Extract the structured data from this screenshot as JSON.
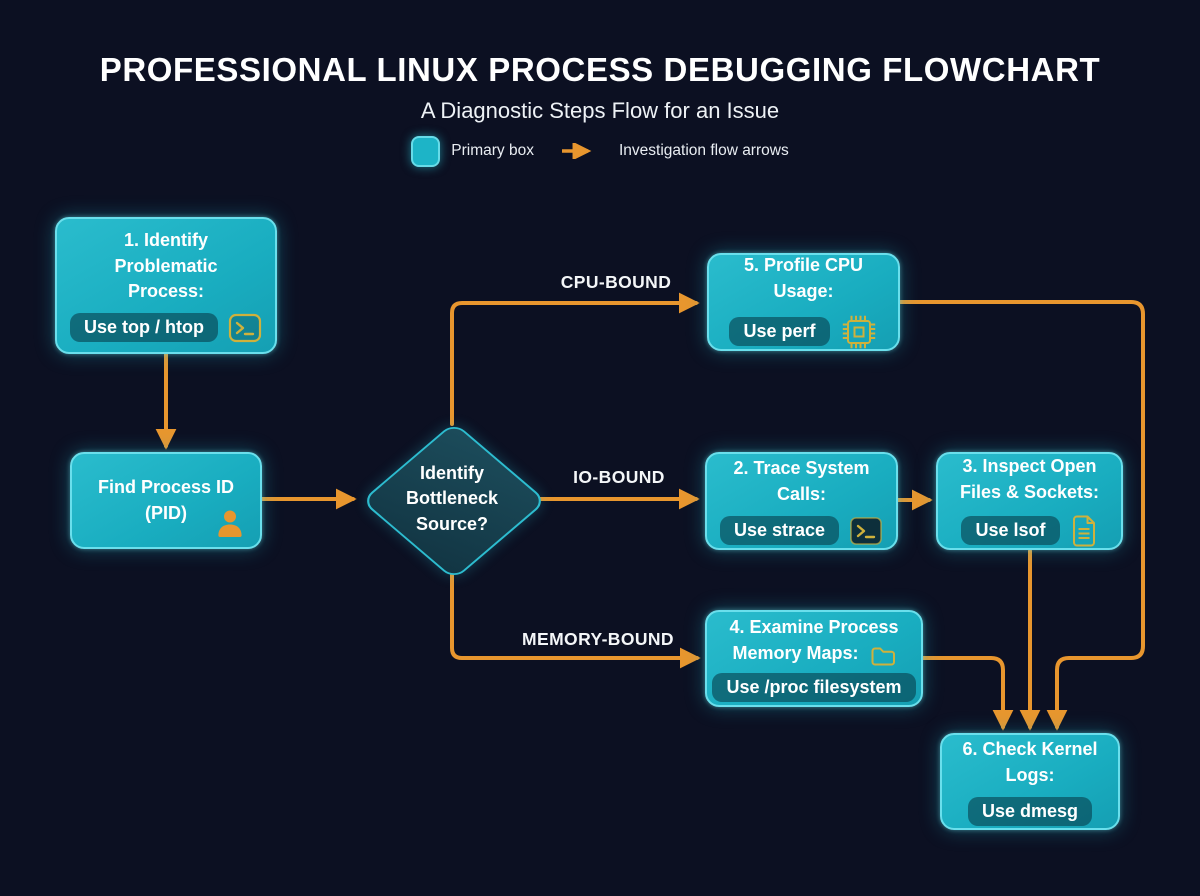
{
  "header": {
    "title": "PROFESSIONAL LINUX PROCESS DEBUGGING FLOWCHART",
    "subtitle": "A Diagnostic Steps Flow for an Issue"
  },
  "legend": {
    "primary_box_label": "Primary box",
    "arrow_label": "Investigation flow arrows"
  },
  "edge_labels": {
    "cpu_bound": "CPU-BOUND",
    "io_bound": "IO-BOUND",
    "memory_bound": "MEMORY-BOUND"
  },
  "nodes": {
    "identify_process": {
      "title": "1. Identify Problematic Process:",
      "tool": "Use top / htop",
      "icon": "terminal-icon"
    },
    "find_pid": {
      "title": "Find Process ID (PID)",
      "icon": "person-icon"
    },
    "decision": {
      "title": "Identify Bottleneck Source?"
    },
    "profile_cpu": {
      "title": "5. Profile CPU Usage:",
      "tool": "Use perf",
      "icon": "cpu-chip-icon"
    },
    "trace_syscalls": {
      "title": "2. Trace System Calls:",
      "tool": "Use strace",
      "icon": "terminal-icon"
    },
    "inspect_files": {
      "title": "3. Inspect Open Files & Sockets:",
      "tool": "Use lsof",
      "icon": "document-icon"
    },
    "examine_memory": {
      "title": "4. Examine Process Memory Maps:",
      "tool": "Use /proc filesystem",
      "icon": "folder-icon"
    },
    "check_kernel_logs": {
      "title": "6. Check Kernel Logs:",
      "tool": "Use dmesg"
    }
  },
  "colors": {
    "background": "#0c1022",
    "box_fill": "#1db4c7",
    "box_border": "#6adfec",
    "pill_fill": "#0f6375",
    "diamond_fill": "#16414f",
    "diamond_border": "#2dbccf",
    "arrow_orange": "#e8962e",
    "icon_gold": "#cfb13c",
    "text": "#ffffff"
  }
}
